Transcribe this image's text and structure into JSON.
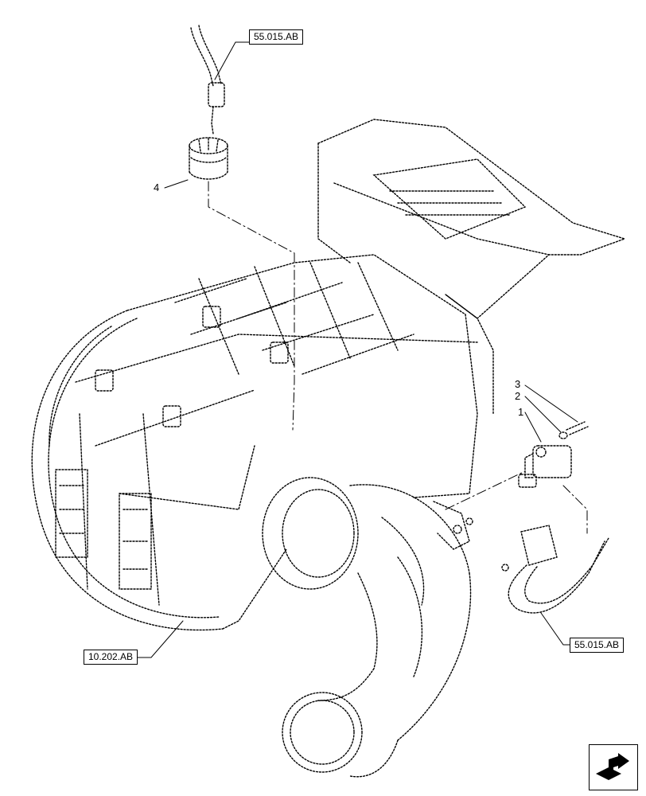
{
  "references": {
    "top_harness": "55.015.AB",
    "bottom_harness": "55.015.AB",
    "air_cleaner": "10.202.AB"
  },
  "callouts": {
    "item_1": "1",
    "item_2": "2",
    "item_3": "3",
    "item_4": "4"
  },
  "icons": {
    "navigation": "next-page-arrow-icon"
  }
}
